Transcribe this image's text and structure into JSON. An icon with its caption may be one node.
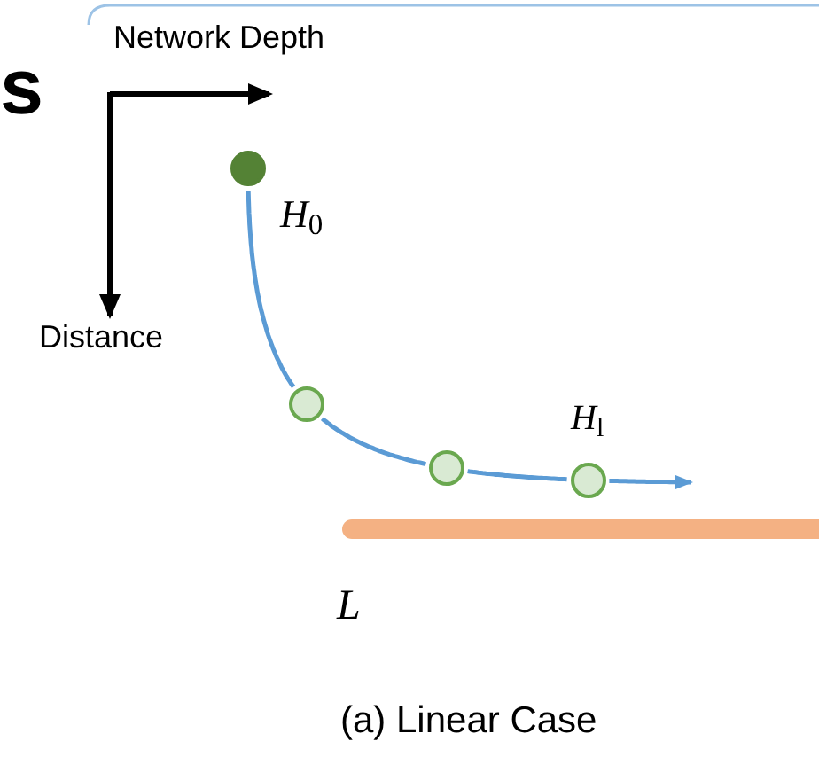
{
  "diagram": {
    "caption": "(a) Linear Case",
    "nodes": [
      {
        "text": [],
        "shape": "circle"
      },
      {
        "text": [],
        "shape": "circle"
      },
      {
        "text": [],
        "shape": "circle"
      },
      {
        "text": [],
        "shape": "circle"
      }
    ],
    "edges": [
      {
        "from": 0,
        "to": 1,
        "arrow": "none"
      },
      {
        "from": 1,
        "to": 2,
        "arrow": "none"
      },
      {
        "from": 2,
        "to": 3,
        "arrow": "none"
      },
      {
        "from": 3,
        "to": null,
        "arrow": "to"
      }
    ],
    "labels": [
      "s",
      "Network Depth",
      "Distance",
      "*H*$_{0}$",
      "*H*$_{l}$",
      "L"
    ]
  }
}
